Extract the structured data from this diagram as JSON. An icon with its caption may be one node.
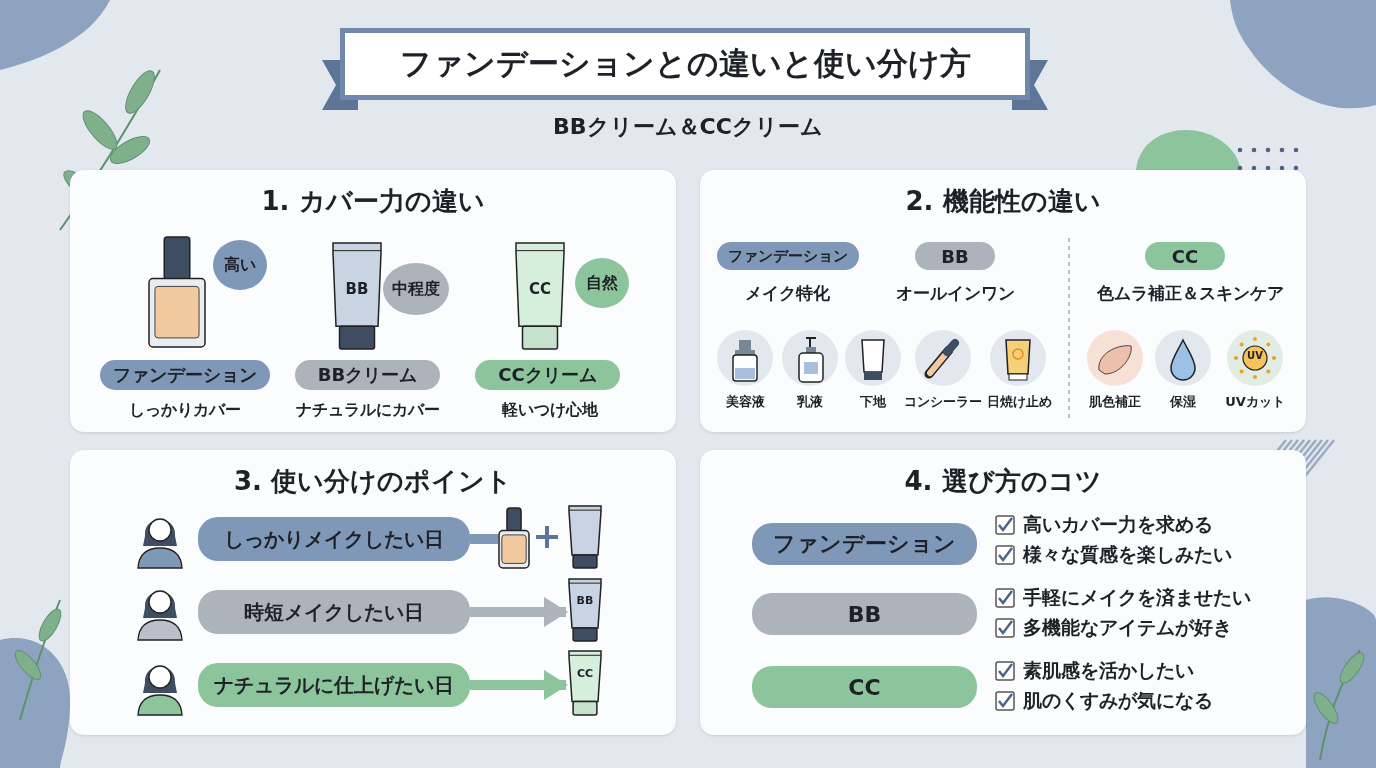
{
  "diagram": {
    "title": "ファンデーションとの違いと使い分け方",
    "nodes": [
      {
        "text": [
          "1. カバー力の違い"
        ]
      },
      {
        "text": [
          "2. 機能性の違い"
        ]
      },
      {
        "text": [
          "3. 使い分けのポイント"
        ]
      },
      {
        "text": [
          "4. 選び方のコツ"
        ]
      },
      {
        "text": [
          "高い"
        ],
        "in": 0
      },
      {
        "text": [
          "中程度"
        ],
        "in": 0
      },
      {
        "text": [
          "自然"
        ],
        "in": 0
      },
      {
        "text": [
          "ファンデーション"
        ],
        "in": 0,
        "beside": [
          "しっかりカバー"
        ]
      },
      {
        "text": [
          "BBクリーム"
        ],
        "in": 0,
        "beside": [
          "ナチュラルにカバー"
        ]
      },
      {
        "text": [
          "CCクリーム"
        ],
        "in": 0,
        "beside": [
          "軽いつけ心地"
        ]
      },
      {
        "text": [
          "ファンデーション"
        ],
        "in": 1,
        "beside": [
          "メイク特化"
        ]
      },
      {
        "text": [
          "BB"
        ],
        "in": 1,
        "beside": [
          "オールインワン"
        ]
      },
      {
        "text": [
          "CC"
        ],
        "in": 1,
        "beside": [
          "色ムラ補正＆スキンケア"
        ]
      },
      {
        "text": [
          "しっかりメイクしたい日"
        ],
        "in": 2
      },
      {
        "text": [
          "時短メイクしたい日"
        ],
        "in": 2
      },
      {
        "text": [
          "ナチュラルに仕上げたい日"
        ],
        "in": 2
      },
      {
        "text": [],
        "shape": "picture",
        "in": 2
      },
      {
        "text": [],
        "shape": "picture",
        "in": 2
      },
      {
        "text": [
          "BB"
        ],
        "in": 2
      },
      {
        "text": [
          "CC"
        ],
        "in": 2
      },
      {
        "text": [
          "ファンデーション"
        ],
        "in": 3,
        "beside": [
          "高いカバー力を求める",
          "様々な質感を楽しみたい"
        ]
      },
      {
        "text": [
          "BB"
        ],
        "in": 3,
        "beside": [
          "手軽にメイクを済ませたい",
          "多機能なアイテムが好き"
        ]
      },
      {
        "text": [
          "CC"
        ],
        "in": 3,
        "beside": [
          "素肌感を活かしたい",
          "肌のくすみが気になる"
        ]
      }
    ],
    "edges": [
      {
        "from": 13,
        "to": 16,
        "arrow": "none",
        "color": "#7f98b8"
      },
      {
        "from": 14,
        "to": 18,
        "arrow": "to",
        "color": "#adb3bb"
      },
      {
        "from": 15,
        "to": 19,
        "arrow": "to",
        "color": "#8cc49b"
      }
    ],
    "labels": [
      "BBクリーム＆CCクリーム",
      "BB",
      "CC",
      "美容液",
      "乳液",
      "下地",
      "コンシーラー",
      "日焼け止め",
      "肌色補正",
      "保湿",
      "UV",
      "UVカット"
    ]
  }
}
